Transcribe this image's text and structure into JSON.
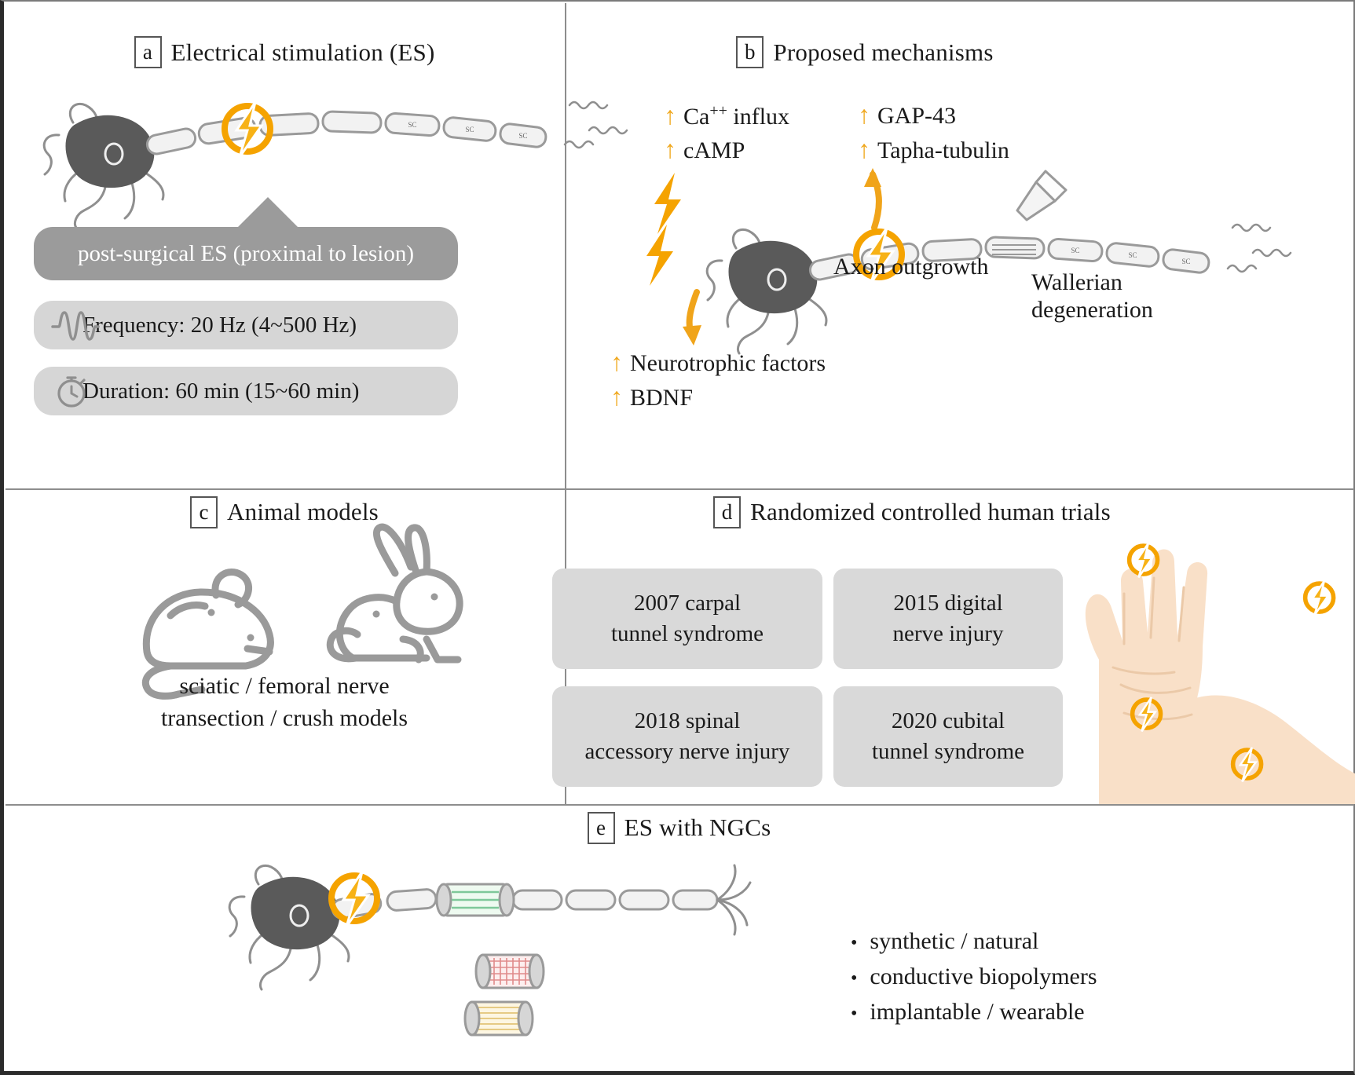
{
  "figure": {
    "panels": [
      {
        "id": "a",
        "label": "a",
        "title": "Electrical stimulation (ES)",
        "callout": "post-surgical ES (proximal to lesion)",
        "params": [
          {
            "icon": "waveform-icon",
            "text": "Frequency: 20 Hz (4~500 Hz)"
          },
          {
            "icon": "stopwatch-icon",
            "text": "Duration: 60 min (15~60 min)"
          }
        ],
        "neuron_labels": [
          "SC",
          "SC",
          "SC"
        ]
      },
      {
        "id": "b",
        "label": "b",
        "title": "Proposed mechanisms",
        "mechanisms_left": [
          {
            "arrow": "↑",
            "text": "Ca",
            "sup": "++",
            "tail": " influx"
          },
          {
            "arrow": "↑",
            "text": "cAMP",
            "sup": "",
            "tail": ""
          }
        ],
        "mechanisms_right": [
          {
            "arrow": "↑",
            "text": "GAP-43"
          },
          {
            "arrow": "↑",
            "text": "Tapha-tubulin"
          }
        ],
        "mechanisms_bottom": [
          {
            "arrow": "↑",
            "text": "Neurotrophic factors"
          },
          {
            "arrow": "↑",
            "text": "BDNF"
          }
        ],
        "annotation_axon": "Axon outgrowth",
        "annotation_wallerian_line1": "Wallerian",
        "annotation_wallerian_line2": "degeneration",
        "neuron_labels": [
          "SC",
          "SC",
          "SC"
        ]
      },
      {
        "id": "c",
        "label": "c",
        "title": "Animal models",
        "icons": [
          "mouse-icon",
          "rabbit-icon"
        ],
        "caption_line1": "sciatic / femoral nerve",
        "caption_line2": "transection / crush models"
      },
      {
        "id": "d",
        "label": "d",
        "title": "Randomized controlled human trials",
        "trials": [
          {
            "line1": "2007 carpal",
            "line2": "tunnel syndrome"
          },
          {
            "line1": "2015 digital",
            "line2": "nerve injury"
          },
          {
            "line1": "2018 spinal",
            "line2": "accessory nerve injury"
          },
          {
            "line1": "2020 cubital",
            "line2": "tunnel syndrome"
          }
        ],
        "illustration": "arm-with-stimulation-points"
      },
      {
        "id": "e",
        "label": "e",
        "title": "ES with NGCs",
        "bullets": [
          "synthetic / natural",
          "conductive biopolymers",
          "implantable / wearable"
        ],
        "bullet_marker": "•",
        "conduits": [
          "green-fibre-conduit",
          "red-porous-conduit",
          "yellow-aligned-conduit"
        ]
      }
    ],
    "colors": {
      "accent_orange": "#F5A300",
      "bolt_yellow": "#F7C11E",
      "dark_bar": "#9b9b9b",
      "light_bar": "#d6d6d6",
      "box_gray": "#d9d9d9",
      "neuron_gray": "#5a5a5a",
      "outline_gray": "#9a9a9a",
      "skin": "#F7DFC8",
      "divider": "#8d8d8d",
      "text": "#1a1a1a"
    }
  }
}
